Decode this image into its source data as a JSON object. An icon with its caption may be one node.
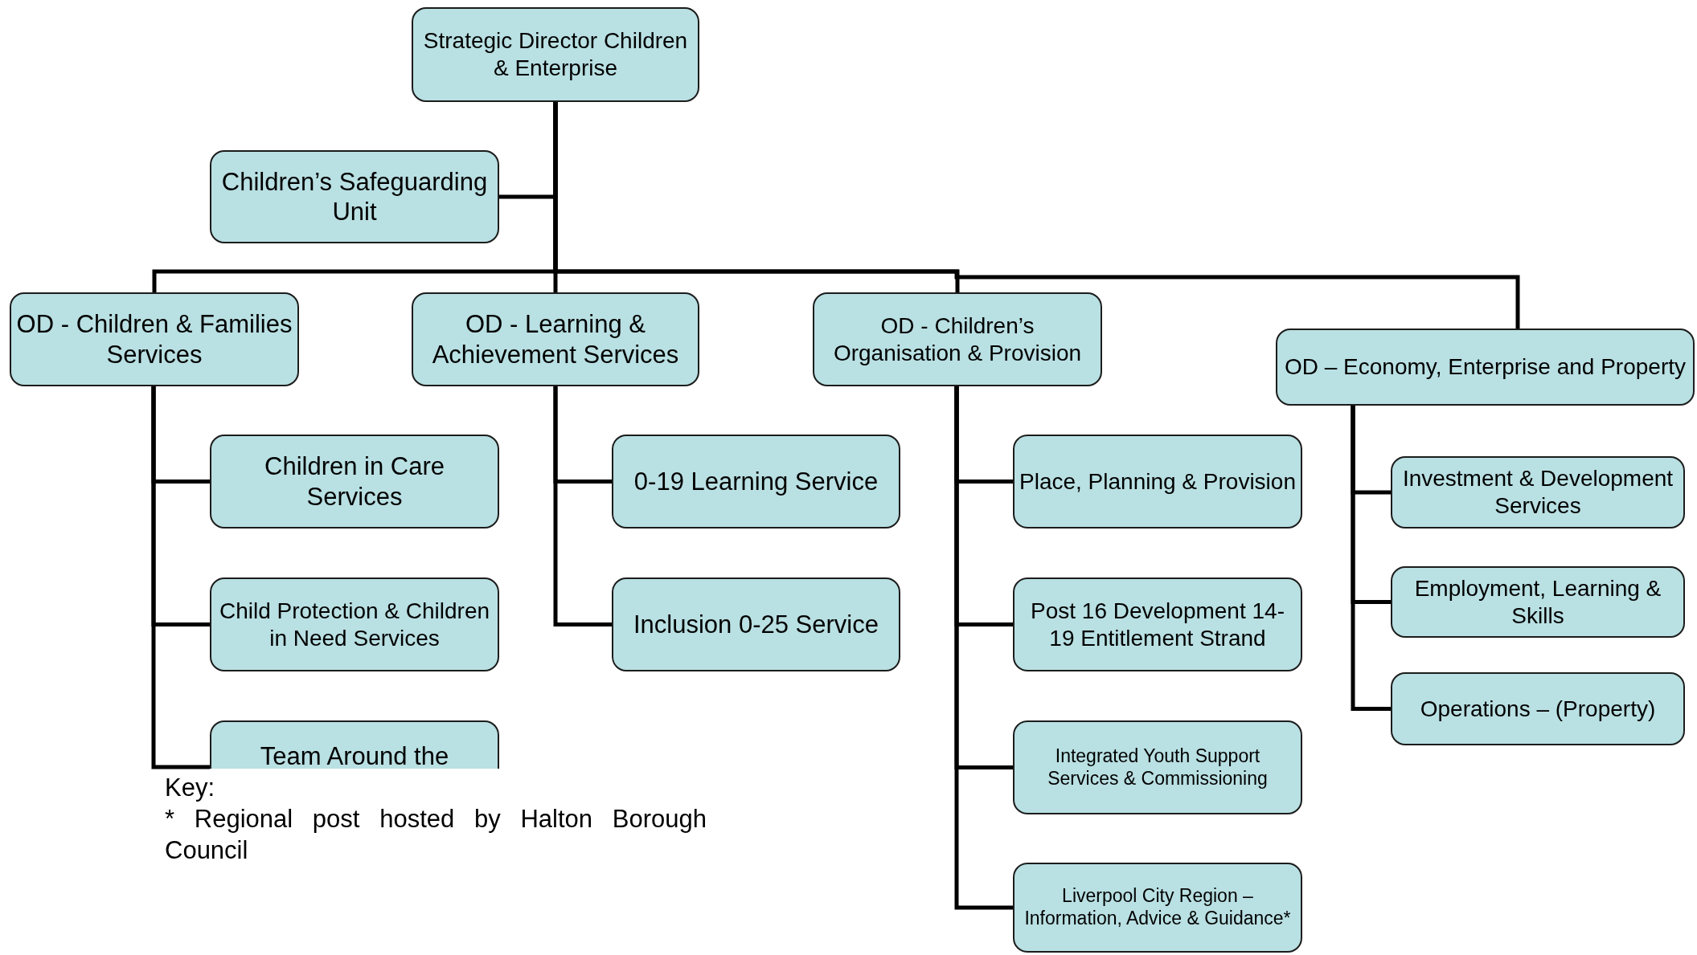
{
  "diagram": {
    "nodes": [
      {
        "text": [
          "Strategic Director Children & Enterprise"
        ]
      },
      {
        "text": [
          "Children’s Safeguarding Unit"
        ]
      },
      {
        "text": [
          "OD - Children & Families Services"
        ]
      },
      {
        "text": [
          "OD - Learning & Achievement Services"
        ]
      },
      {
        "text": [
          "OD - Children’s Organisation & Provision"
        ]
      },
      {
        "text": [
          "OD – Economy, Enterprise and Property"
        ]
      },
      {
        "text": [
          "Children in Care Services"
        ]
      },
      {
        "text": [
          "Child Protection & Children in Need Services"
        ]
      },
      {
        "text": [
          "Team Around the"
        ]
      },
      {
        "text": [
          "0-19 Learning Service"
        ]
      },
      {
        "text": [
          "Inclusion 0-25 Service"
        ]
      },
      {
        "text": [
          "Place, Planning & Provision"
        ]
      },
      {
        "text": [
          "Post 16 Development 14-19 Entitlement Strand"
        ]
      },
      {
        "text": [
          "Integrated Youth Support Services & Commissioning"
        ]
      },
      {
        "text": [
          "Liverpool City Region – Information, Advice & Guidance*"
        ]
      },
      {
        "text": [
          "Investment & Development Services"
        ]
      },
      {
        "text": [
          "Employment, Learning & Skills"
        ]
      },
      {
        "text": [
          "Operations – (Property)"
        ]
      }
    ],
    "edges": [
      {
        "from": 0,
        "to": 1,
        "arrow": "none"
      },
      {
        "from": 0,
        "to": 2,
        "arrow": "none"
      },
      {
        "from": 0,
        "to": 3,
        "arrow": "none"
      },
      {
        "from": 0,
        "to": 4,
        "arrow": "none"
      },
      {
        "from": 0,
        "to": 5,
        "arrow": "none"
      },
      {
        "from": 2,
        "to": 6,
        "arrow": "none"
      },
      {
        "from": 2,
        "to": 7,
        "arrow": "none"
      },
      {
        "from": 2,
        "to": 8,
        "arrow": "none"
      },
      {
        "from": 3,
        "to": 9,
        "arrow": "none"
      },
      {
        "from": 3,
        "to": 10,
        "arrow": "none"
      },
      {
        "from": 4,
        "to": 11,
        "arrow": "none"
      },
      {
        "from": 4,
        "to": 12,
        "arrow": "none"
      },
      {
        "from": 4,
        "to": 13,
        "arrow": "none"
      },
      {
        "from": 4,
        "to": 14,
        "arrow": "none"
      },
      {
        "from": 5,
        "to": 15,
        "arrow": "none"
      },
      {
        "from": 5,
        "to": 16,
        "arrow": "none"
      },
      {
        "from": 5,
        "to": 17,
        "arrow": "none"
      }
    ],
    "labels": [
      "Key:",
      "* Regional post hosted by Halton Borough Council"
    ]
  }
}
